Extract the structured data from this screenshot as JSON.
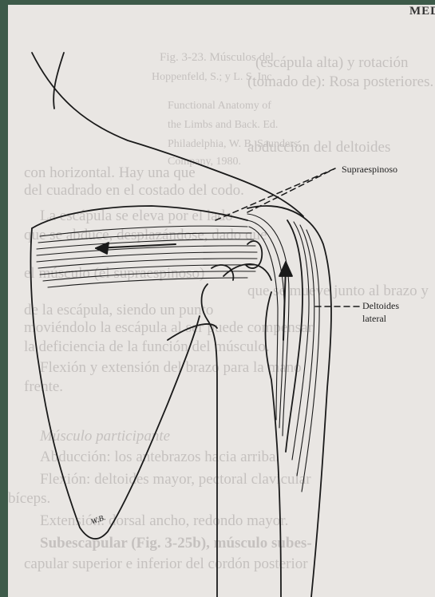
{
  "header": "MED",
  "labels": {
    "supraespinoso": "Supraespinoso",
    "deltoides_1": "Deltoides",
    "deltoides_2": "lateral",
    "signature": "W.B."
  },
  "bleed_text": [
    "Fig. 3-23. Músculos del",
    "(escápula alta) y rotación",
    "(tomado de): Rosa posteriores.",
    "Hoppenfeld, S.; y L. S. Inc.",
    "Functional Anatomy of",
    "the Limbs and Back. Ed.",
    "Philadelphia, W. B. Saunders.",
    "Company, 1980.",
    "abducción del deltoides",
    "con horizontal. Hay una que",
    "del cuadrado en el costado del codo.",
    "La escápula se eleva por el lado",
    "que se abduce, desplazándose, dado que",
    "el músculo (el supraespinoso)",
    "que se mueve junto al brazo y",
    "de la escápula, siendo un punto",
    "moviéndolo la escápula al ser puede compensar",
    "la deficiencia de la función del músculo.",
    "Flexión y extensión del brazo para la mano",
    "frente.",
    "Músculo participante",
    "Abducción: los antebrazos hacia arriba.",
    "Flexión: deltoides mayor, pectoral clavicular",
    "bíceps.",
    "Extensión: dorsal ancho, redondo mayor.",
    "Subescapular (Fig. 3-25b), músculo subes-",
    "capular superior e inferior del cordón posterior"
  ]
}
